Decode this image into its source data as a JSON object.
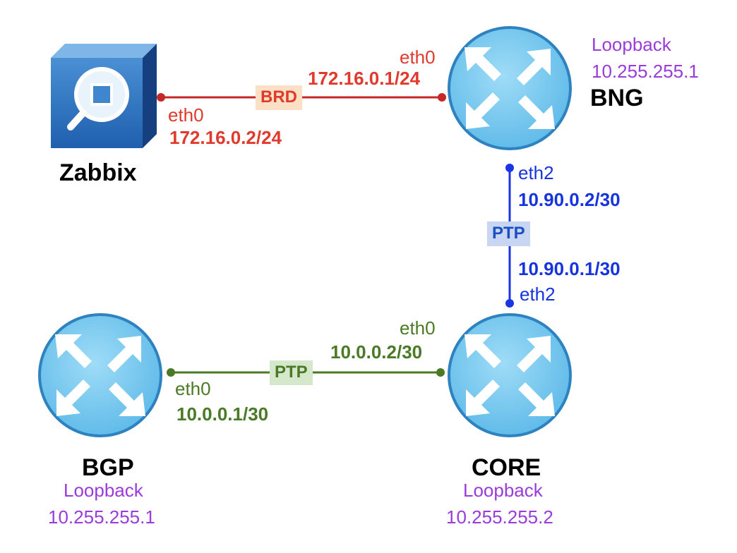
{
  "nodes": {
    "zabbix": {
      "name": "Zabbix"
    },
    "bng": {
      "name": "BNG",
      "loopback_label": "Loopback",
      "loopback_ip": "10.255.255.1"
    },
    "core": {
      "name": "CORE",
      "loopback_label": "Loopback",
      "loopback_ip": "10.255.255.2"
    },
    "bgp": {
      "name": "BGP",
      "loopback_label": "Loopback",
      "loopback_ip": "10.255.255.1"
    }
  },
  "links": {
    "zabbix_bng": {
      "tag": "BRD",
      "color": "#c62828",
      "tag_bg": "#fbe0c6",
      "zabbix_if": "eth0",
      "zabbix_ip": "172.16.0.2/24",
      "bng_if": "eth0",
      "bng_ip": "172.16.0.1/24"
    },
    "bng_core": {
      "tag": "PTP",
      "color": "#1a35e6",
      "tag_bg": "#c9d6f3",
      "bng_if": "eth2",
      "bng_ip": "10.90.0.2/30",
      "core_if": "eth2",
      "core_ip": "10.90.0.1/30"
    },
    "bgp_core": {
      "tag": "PTP",
      "color": "#4a7a26",
      "tag_bg": "#d6e8cc",
      "bgp_if": "eth0",
      "bgp_ip": "10.0.0.1/30",
      "core_if": "eth0",
      "core_ip": "10.0.0.2/30"
    }
  },
  "colors": {
    "router_fill": "#6ec6ef",
    "router_border": "#2f82c0",
    "loopback_text": "#9a3bdb"
  },
  "icons": {
    "router": "router-arrows-icon",
    "zabbix": "server-magnifier-icon"
  }
}
